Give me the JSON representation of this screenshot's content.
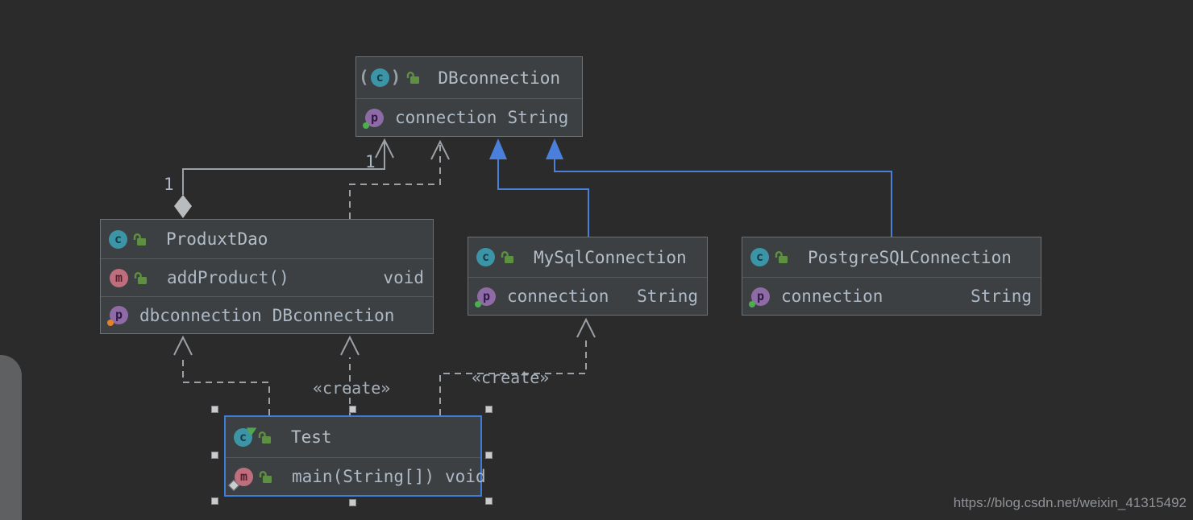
{
  "icon_letters": {
    "class": "c",
    "property": "p",
    "method": "m"
  },
  "decorations": {
    "paren_open": "(",
    "paren_close": ")"
  },
  "classes": [
    {
      "name": "DBconnection",
      "kind": "class-with-implementations",
      "members": [
        {
          "icon": "property-icon",
          "dot": "green",
          "name": "connection",
          "type": "String"
        }
      ]
    },
    {
      "name": "ProduxtDao",
      "kind": "class",
      "members": [
        {
          "icon": "method-icon",
          "lock": true,
          "name": "addProduct()",
          "type": "void"
        },
        {
          "icon": "property-icon",
          "dot": "orange",
          "name": "dbconnection",
          "type": "DBconnection"
        }
      ]
    },
    {
      "name": "MySqlConnection",
      "kind": "class",
      "members": [
        {
          "icon": "property-icon",
          "dot": "green",
          "name": "connection",
          "type": "String"
        }
      ]
    },
    {
      "name": "PostgreSQLConnection",
      "kind": "class",
      "members": [
        {
          "icon": "property-icon",
          "dot": "green",
          "name": "connection",
          "type": "String"
        }
      ]
    },
    {
      "name": "Test",
      "kind": "runnable-class",
      "selected": true,
      "members": [
        {
          "icon": "method-icon",
          "lock": true,
          "entry_marker": true,
          "name": "main(String[])",
          "type": "void"
        }
      ]
    }
  ],
  "relationships": [
    {
      "from": "ProduxtDao",
      "to": "DBconnection",
      "type": "aggregation",
      "style": "solid-gray",
      "source_multiplicity": "1",
      "target_multiplicity": "1"
    },
    {
      "from": "ProduxtDao",
      "to": "DBconnection",
      "type": "dependency",
      "style": "dashed-gray"
    },
    {
      "from": "MySqlConnection",
      "to": "DBconnection",
      "type": "inheritance",
      "style": "solid-blue"
    },
    {
      "from": "PostgreSQLConnection",
      "to": "DBconnection",
      "type": "inheritance",
      "style": "solid-blue"
    },
    {
      "from": "Test",
      "to": "ProduxtDao",
      "type": "dependency",
      "style": "dashed-gray"
    },
    {
      "from": "Test",
      "to": "ProduxtDao",
      "type": "create",
      "style": "dashed-gray",
      "label": "«create»"
    },
    {
      "from": "Test",
      "to": "MySqlConnection",
      "type": "create",
      "style": "dashed-gray",
      "label": "«create»"
    }
  ],
  "colors": {
    "background": "#2b2b2b",
    "node_fill": "#3d4042",
    "node_border": "#6e7173",
    "selection_blue": "#3f7cd8",
    "inheritance_blue": "#4a80dc",
    "line_gray": "#9ba1a7",
    "text": "#adb9c5"
  },
  "watermark": {
    "text": "https://blog.csdn.net/weixin_41315492"
  }
}
